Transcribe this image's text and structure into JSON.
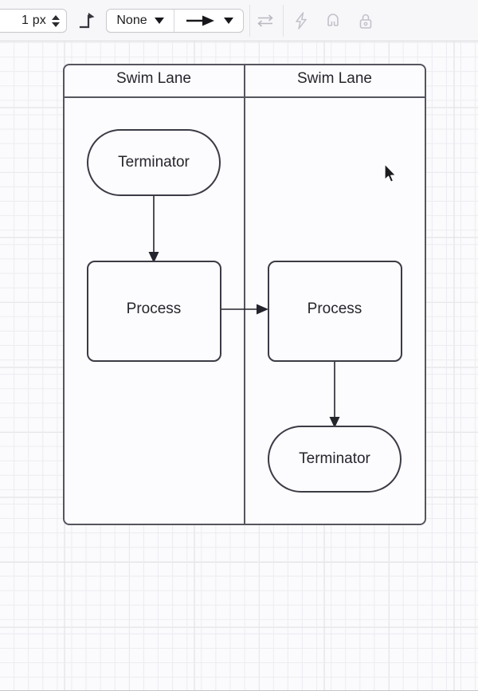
{
  "toolbar": {
    "stroke_width": {
      "value": "1 px",
      "name": "stroke-width-stepper"
    },
    "edge_style": {
      "icon": "elbow-connector-icon",
      "label": "Orthogonal"
    },
    "line_start": {
      "value": "None",
      "icon": "chevron-down-icon"
    },
    "line_end": {
      "value": "arrow",
      "icon": "arrow-right-icon"
    },
    "icons": [
      {
        "name": "swap-arrows-icon",
        "label": "Reverse"
      },
      {
        "name": "lightning-bolt-icon",
        "label": "Flow animation"
      },
      {
        "name": "magnet-icon",
        "label": "Snap to grid"
      },
      {
        "name": "lock-icon",
        "label": "Lock"
      }
    ]
  },
  "canvas": {
    "pool": {
      "lanes": [
        {
          "title": "Swim Lane"
        },
        {
          "title": "Swim Lane"
        }
      ]
    },
    "nodes": [
      {
        "id": "n1",
        "label": "Terminator",
        "shape": "terminator",
        "lane": 0
      },
      {
        "id": "n2",
        "label": "Process",
        "shape": "process",
        "lane": 0
      },
      {
        "id": "n3",
        "label": "Process",
        "shape": "process",
        "lane": 1
      },
      {
        "id": "n4",
        "label": "Terminator",
        "shape": "terminator",
        "lane": 1
      }
    ],
    "edges": [
      {
        "from": "n1",
        "to": "n2"
      },
      {
        "from": "n2",
        "to": "n3"
      },
      {
        "from": "n3",
        "to": "n4"
      }
    ]
  },
  "colors": {
    "shape_stroke": "#3b3b46",
    "shape_fill": "#fcfcfe",
    "lane_stroke": "#55555f",
    "edge": "#24242c",
    "grid_minor": "#ececf1",
    "grid_major": "#dededf",
    "canvas_bg": "#fbfbfd",
    "toolbar_bg": "#f7f7f9"
  }
}
